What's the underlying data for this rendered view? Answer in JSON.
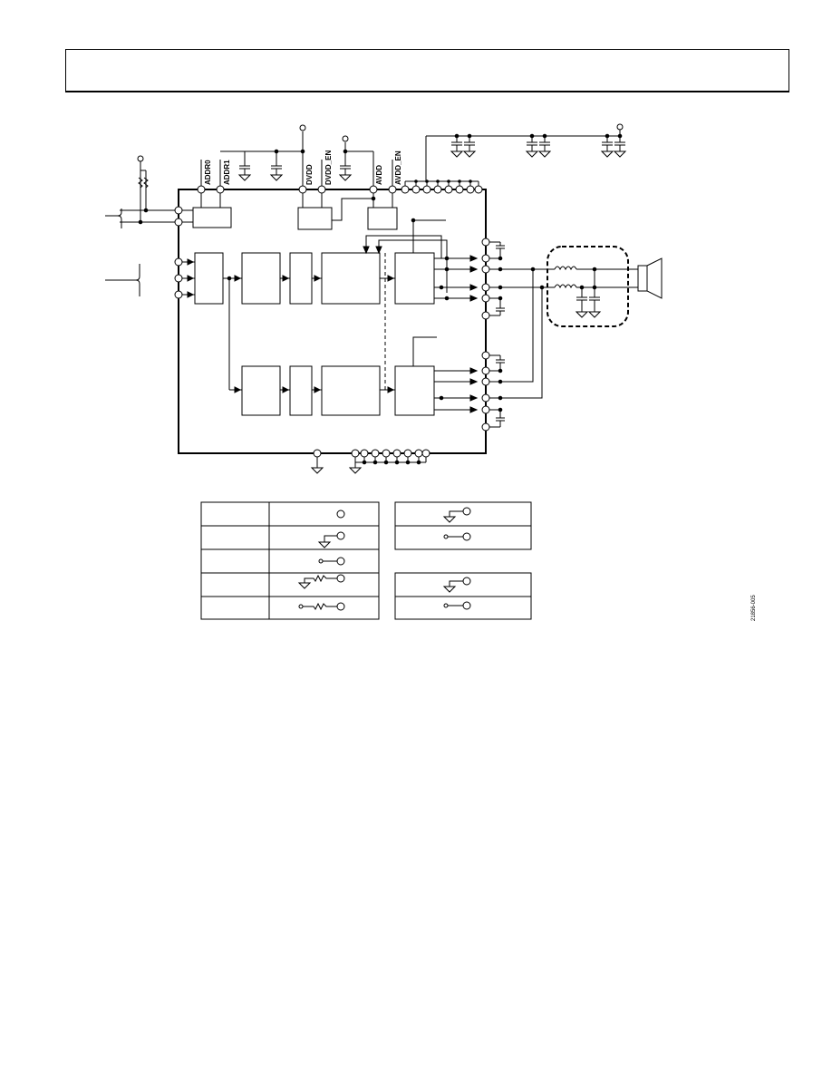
{
  "pin_labels": {
    "addr0": "ADDR0",
    "addr1": "ADDR1",
    "dvdd": "DVDD",
    "dvdd_en": "DVDD_EN",
    "avdd": "AVDD",
    "avdd_en": "AVDD_EN"
  },
  "figure_id": "21856-005",
  "colors": {
    "line": "#000000",
    "background": "#ffffff"
  }
}
